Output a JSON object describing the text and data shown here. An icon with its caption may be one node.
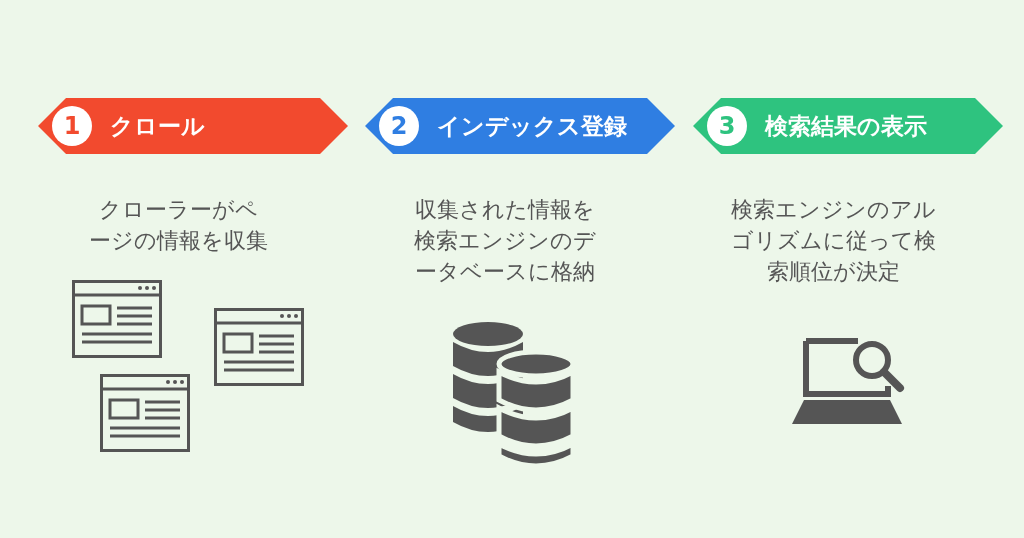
{
  "diagram": {
    "nodes": [
      {
        "text": [
          "1",
          "クロール"
        ],
        "beside": [
          "クローラーがページの情報を収集"
        ]
      },
      {
        "text": [
          "2",
          "インデックス登録"
        ],
        "beside": [
          "収集された情報を検索エンジンのデータベースに格納"
        ]
      },
      {
        "text": [
          "3",
          "検索結果の表示"
        ],
        "beside": [
          "検索エンジンのアルゴリズムに従って検索順位が決定"
        ]
      }
    ]
  }
}
